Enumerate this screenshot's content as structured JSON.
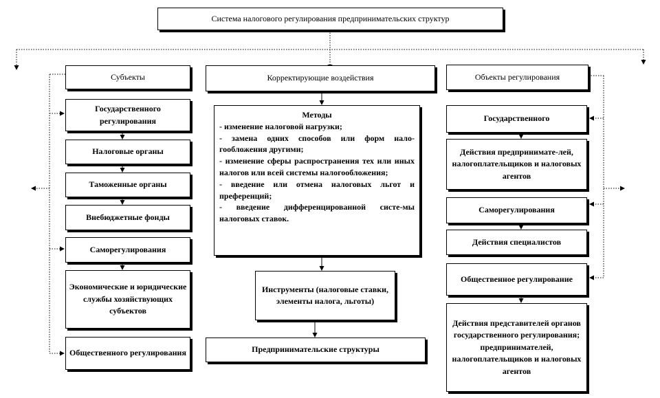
{
  "title": "Система налогового регулирования предпринимательских структур",
  "left": {
    "header": "Субъекты",
    "items": [
      "Государственного регулирования",
      "Налоговые органы",
      "Таможенные органы",
      "Внебюджетные фонды",
      "Саморегулирования",
      "Экономические и юридические службы хозяйствующих субъектов",
      "Общественного регулирования"
    ]
  },
  "middle": {
    "header": "Корректирующие воздействия",
    "methods": {
      "title": "Методы",
      "lines": [
        "- изменение налоговой нагрузки;",
        "- замена одних способов или форм нало-гообложения другими;",
        "- изменение сферы распространения тех или иных налогов или всей системы налогообложения;",
        "- введение или отмена налоговых льгот и преференций;",
        "- введение дифференцированной систе-мы налоговых ставок."
      ]
    },
    "instruments": "Инструменты (налоговые ставки, элементы налога, льготы)",
    "bottom": "Предпринимательские структуры"
  },
  "right": {
    "header": "Объекты регулирования",
    "items": [
      "Государственного",
      "Действия предпринимате-лей, налогоплательщиков и налоговых агентов",
      "Саморегулирования",
      "Действия специалистов",
      "Общественное регулирование",
      "Действия представителей органов государственного регулирования; предпринимателей, налогоплательщиков и налоговых агентов"
    ]
  }
}
